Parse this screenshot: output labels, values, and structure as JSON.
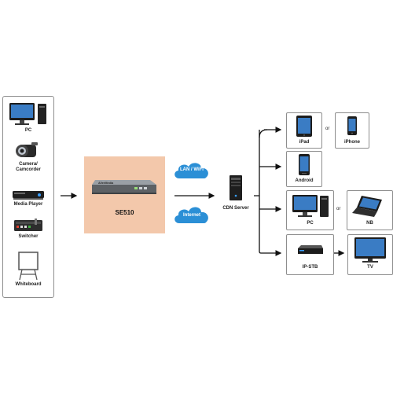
{
  "sources": {
    "pc": "PC",
    "camera": "Camera/\nCamcorder",
    "media_player": "Media Player",
    "switcher": "Switcher",
    "whiteboard": "Whiteboard"
  },
  "encoder": {
    "label": "SE510",
    "brand": "AVerMedia"
  },
  "networks": {
    "lan": "LAN / WiFi",
    "internet": "Internet"
  },
  "server": {
    "label": "CDN Server"
  },
  "devices": {
    "ipad": "iPad",
    "or1": "or",
    "iphone": "iPhone",
    "android": "Android",
    "pc": "PC",
    "or2": "or",
    "nb": "NB",
    "ip_stb": "IP-STB",
    "tv": "TV"
  },
  "colors": {
    "encoder_bg": "#f3c8ab",
    "cloud": "#2b8fd6",
    "panel_border": "#8d8d8d",
    "wire": "#111111"
  }
}
